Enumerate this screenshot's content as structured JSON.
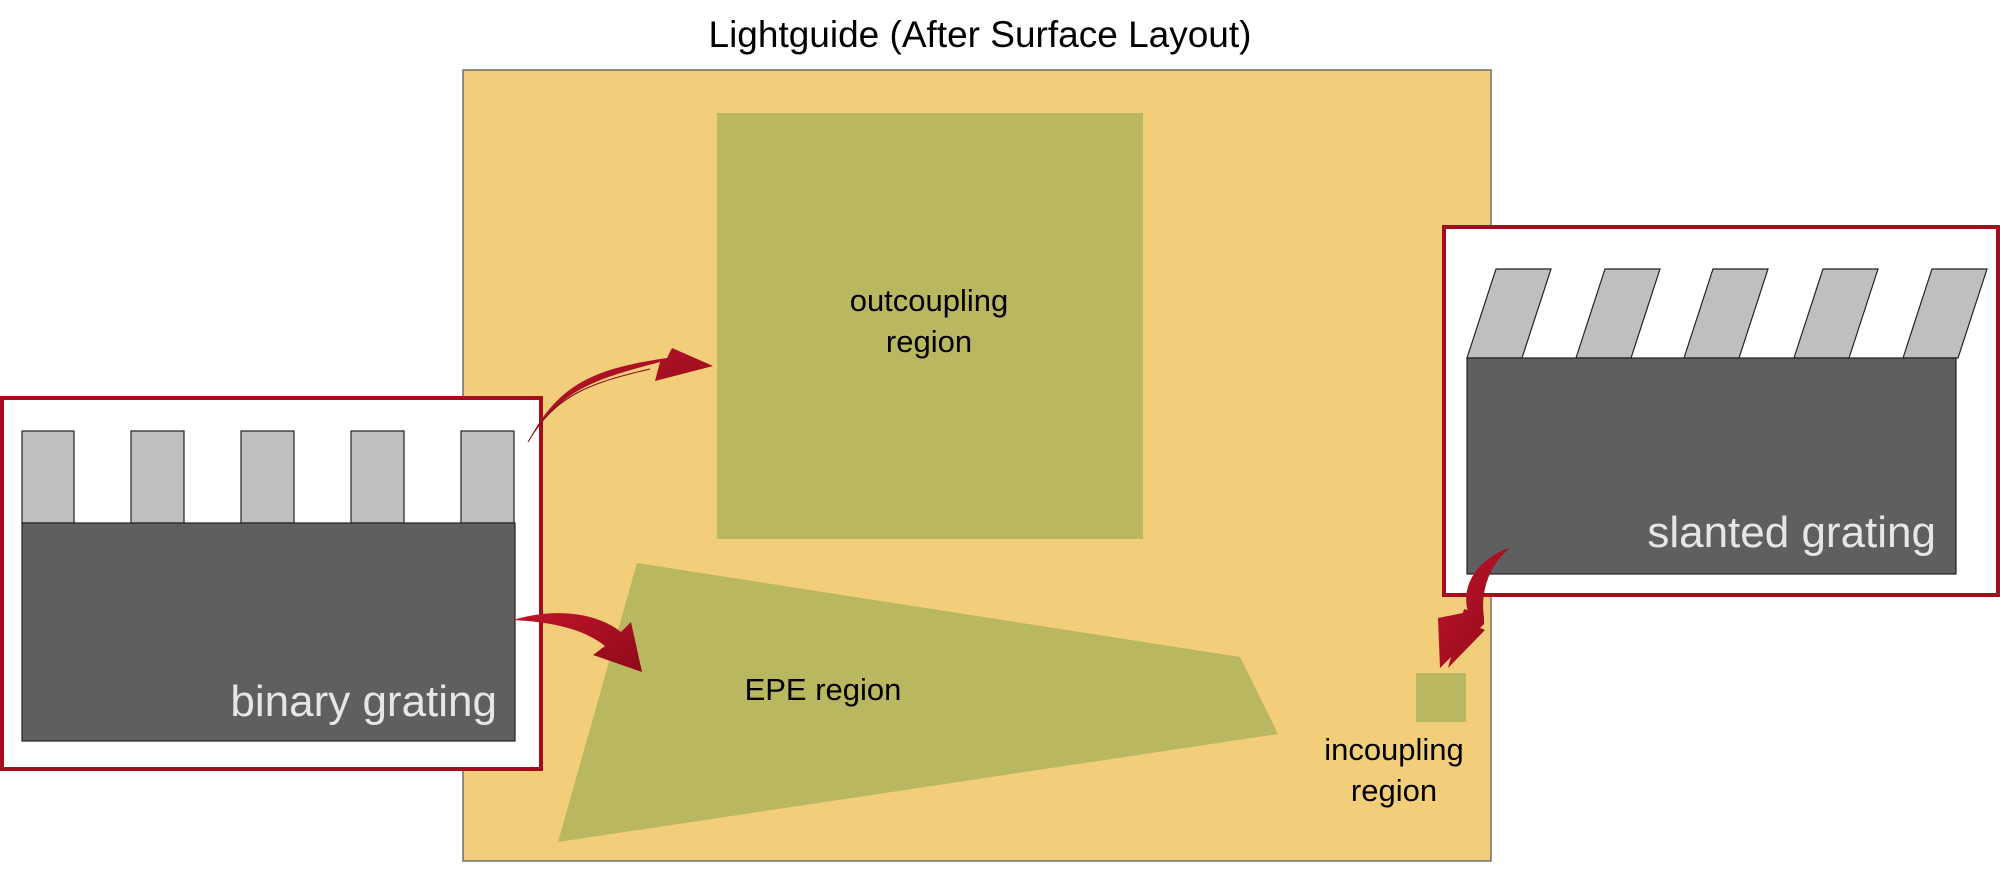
{
  "title": "Lightguide (After Surface Layout)",
  "regions": {
    "outcoupling": {
      "line1": "outcoupling",
      "line2": "region"
    },
    "epe": {
      "label": "EPE region"
    },
    "incoupling": {
      "line1": "incoupling",
      "line2": "region"
    }
  },
  "insets": {
    "binary": {
      "label": "binary grating"
    },
    "slanted": {
      "label": "slanted grating"
    }
  },
  "colors": {
    "lightguide": "#F2CD7A",
    "region": "#B9B75F",
    "inset_border": "#A50D1F",
    "arrow": "#A50D1F",
    "substrate": "#5F5F5F",
    "grating_tooth": "#BFBFBF",
    "inset_label": "#E6E6E6"
  }
}
